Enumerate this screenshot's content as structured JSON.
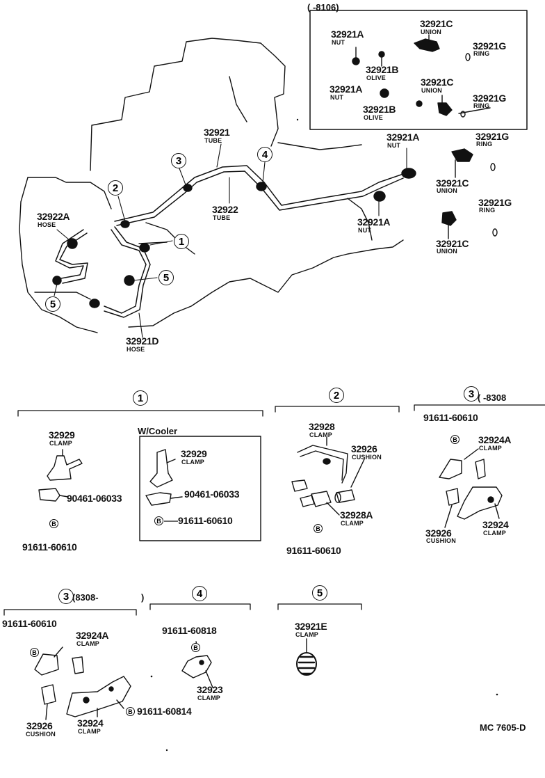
{
  "inset": {
    "period": "(      -8106)"
  },
  "parts": {
    "p32921A": "32921A",
    "p32921B": "32921B",
    "p32921C": "32921C",
    "p32921G": "32921G",
    "p32921": "32921",
    "p32922": "32922",
    "p32922A": "32922A",
    "p32921D": "32921D",
    "p32921E": "32921E",
    "p32929": "32929",
    "p32928": "32928",
    "p32928A": "32928A",
    "p32926": "32926",
    "p32924A": "32924A",
    "p32924": "32924",
    "p32923": "32923",
    "p90461_06033": "90461-06033",
    "p91611_60610": "91611-60610",
    "p91611_60818": "91611-60818",
    "p91611_60814": "91611-60814"
  },
  "names": {
    "nut": "NUT",
    "olive": "OLIVE",
    "union": "UNION",
    "ring": "RING",
    "tube": "TUBE",
    "hose": "HOSE",
    "clamp": "CLAMP",
    "cushion": "CUSHION"
  },
  "callouts": [
    "1",
    "2",
    "3",
    "4",
    "5"
  ],
  "bolt_mark": "B",
  "groups": {
    "g3a_period": "(       -8308",
    "g3b_period": "(8308-",
    "g3b_close": ")",
    "wcooler": "W/Cooler"
  },
  "code": "MC 7605-D"
}
